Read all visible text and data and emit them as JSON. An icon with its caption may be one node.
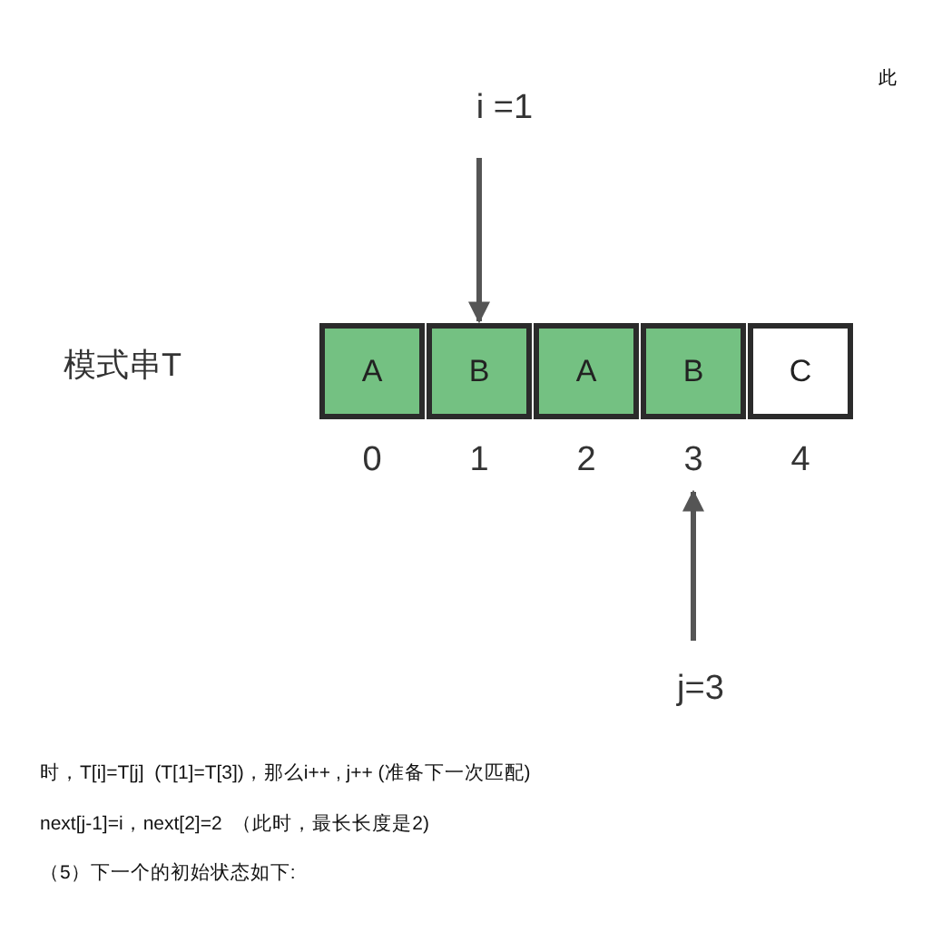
{
  "diagram": {
    "nodes": [
      {
        "text": [
          "i =1"
        ]
      },
      {
        "text": [
          "A"
        ],
        "beside": [
          "0"
        ]
      },
      {
        "text": [
          "B"
        ],
        "beside": [
          "1"
        ]
      },
      {
        "text": [
          "A"
        ],
        "beside": [
          "2"
        ]
      },
      {
        "text": [
          "B"
        ],
        "beside": [
          "3"
        ]
      },
      {
        "text": [
          "C"
        ],
        "beside": [
          "4"
        ]
      },
      {
        "text": [
          "j=3"
        ]
      }
    ],
    "edges": [
      {
        "from": 0,
        "to": 2,
        "arrow": "to"
      },
      {
        "from": 6,
        "to": 4,
        "arrow": "to"
      }
    ],
    "labels": [
      "此",
      "模式串T",
      "时，T[i]=T[j]  (T[1]=T[3])，那么i++ , j++ (准备下一次匹配)",
      "next[j-1]=i，next[2]=2  （此时，最长长度是2)",
      "（5）下一个的初始状态如下:"
    ]
  }
}
